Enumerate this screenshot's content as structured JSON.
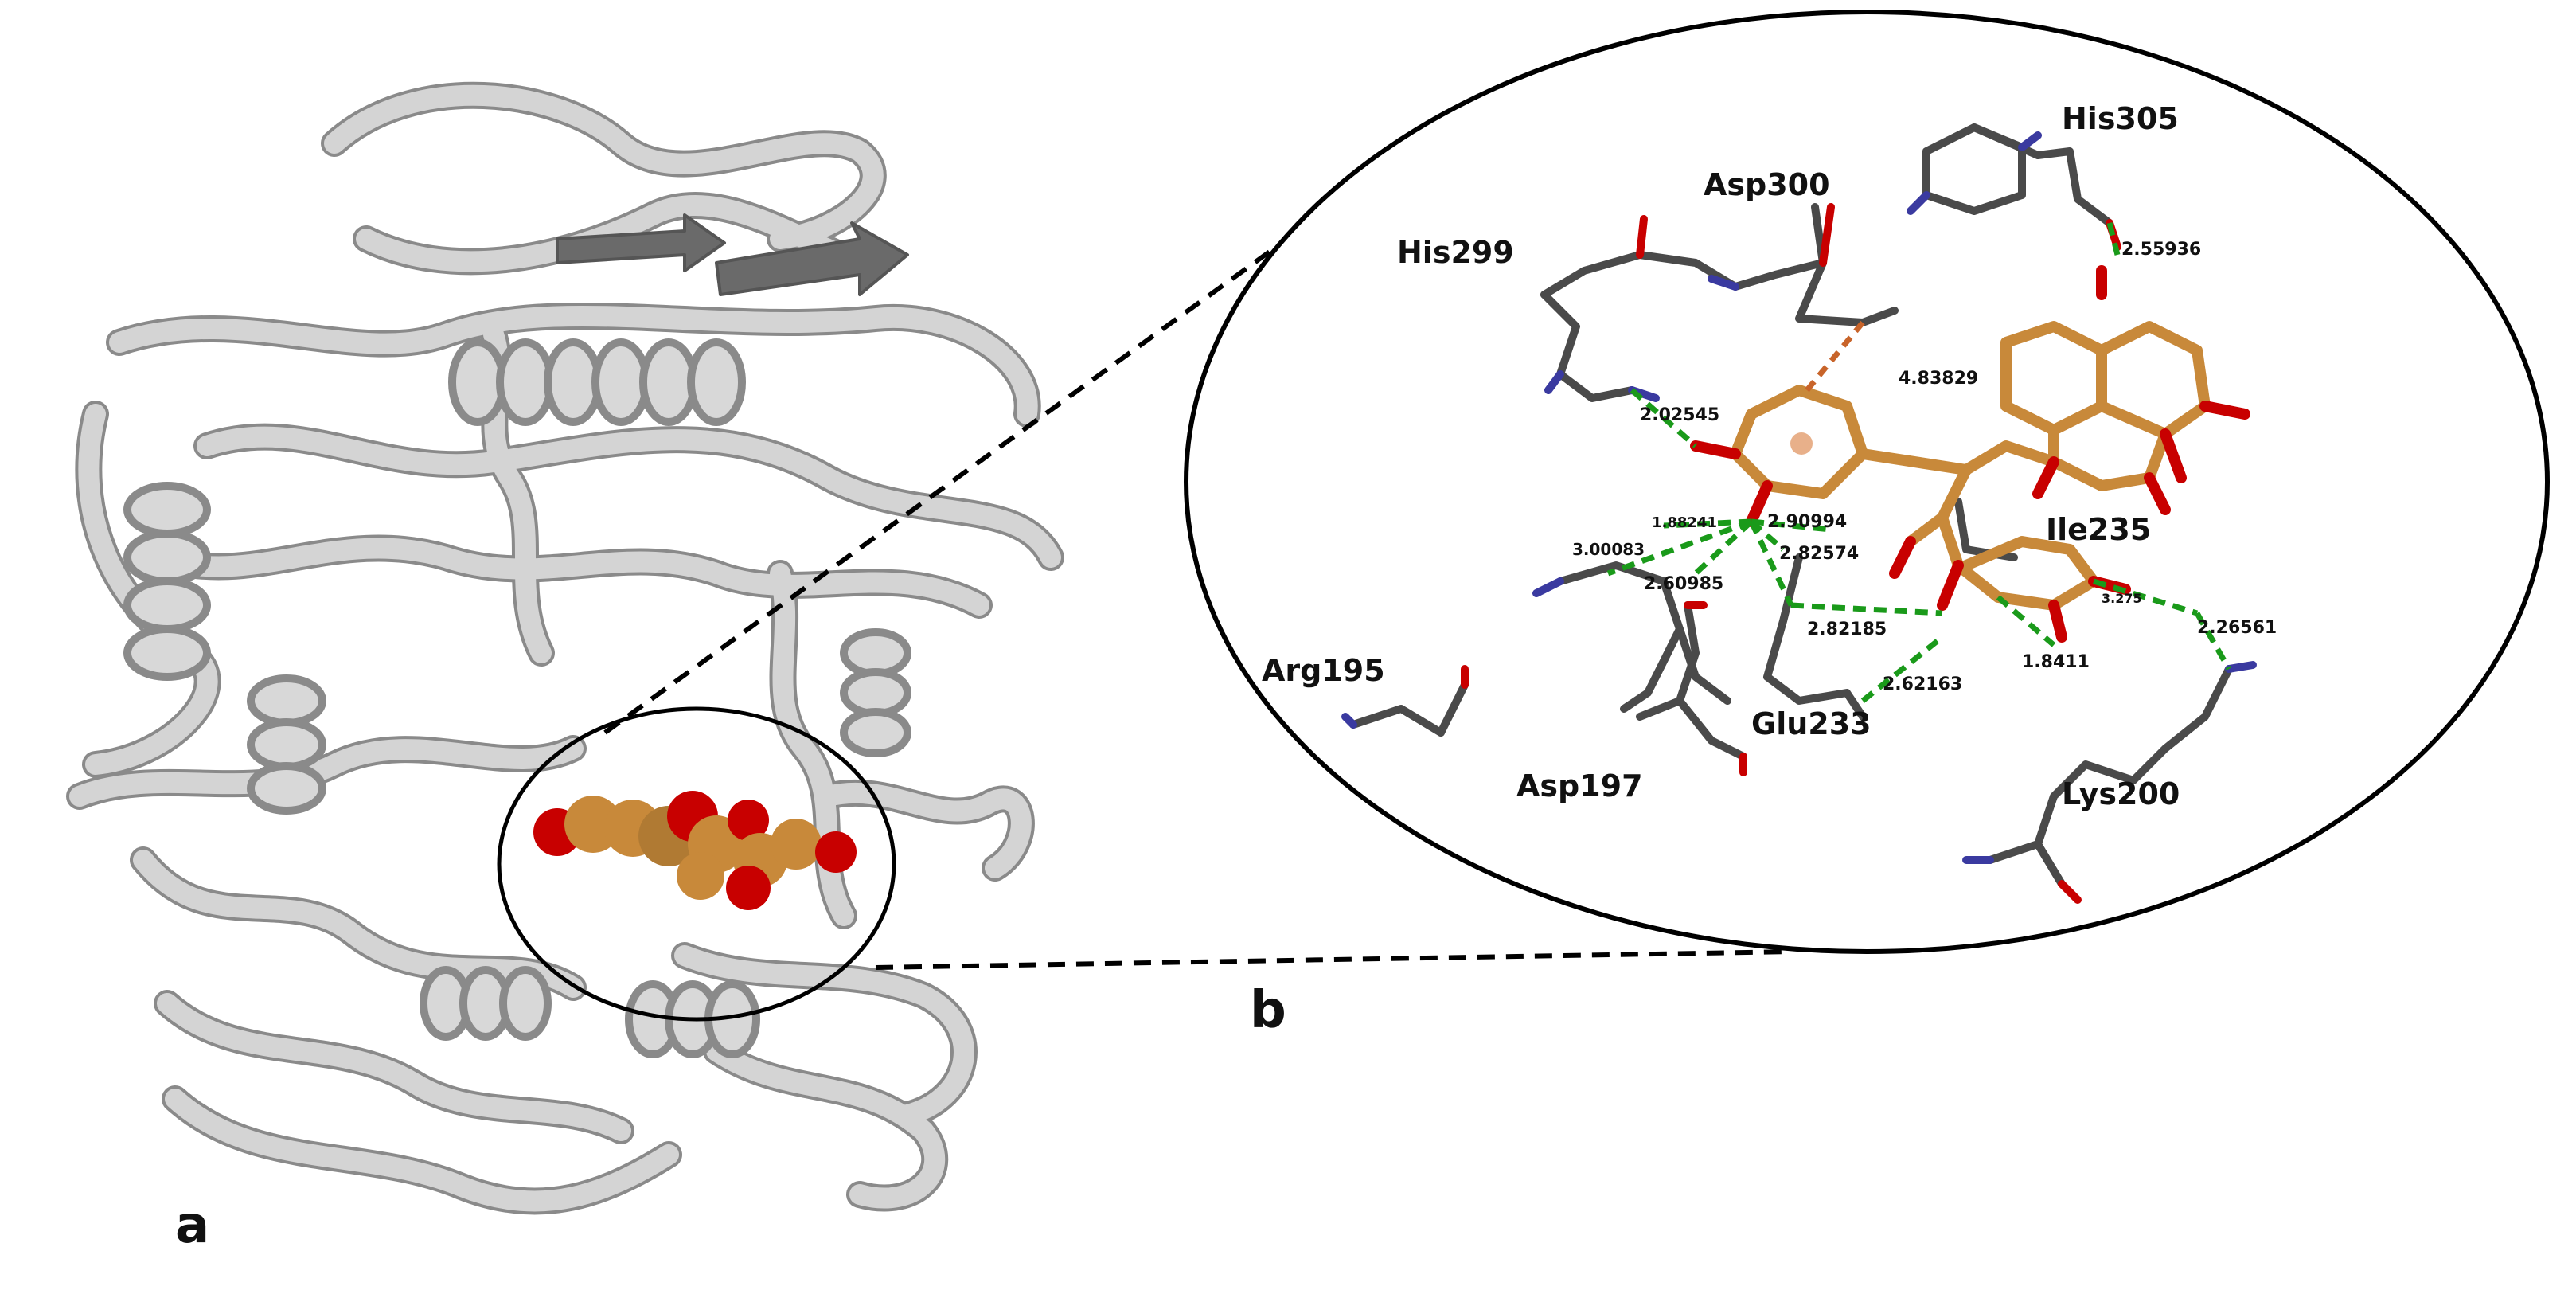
{
  "panels": {
    "a": "a",
    "b": "b"
  },
  "residues": {
    "his305": "His305",
    "asp300": "Asp300",
    "his299": "His299",
    "ile235": "Ile235",
    "arg195": "Arg195",
    "asp197": "Asp197",
    "glu233": "Glu233",
    "lys200": "Lys200"
  },
  "distances": {
    "d1": "2.55936",
    "d2": "4.83829",
    "d3": "2.02545",
    "d4": "1.88241",
    "d5": "2.90994",
    "d6": "3.00083",
    "d7": "2.82574",
    "d8": "2.60985",
    "d9": "2.82185",
    "d10": "2.62163",
    "d11": "1.8411",
    "d12": "3.275",
    "d13": "2.26561"
  },
  "colors": {
    "ribbon": "#c8c8c8",
    "ribbon_edge": "#8a8a8a",
    "ligand": "#c8893a",
    "oxygen": "#c80000",
    "nitrogen": "#3a3aa0",
    "carbon": "#4a4a4a",
    "hbond": "#1a9a1a",
    "pi_bond": "#c8642a"
  }
}
